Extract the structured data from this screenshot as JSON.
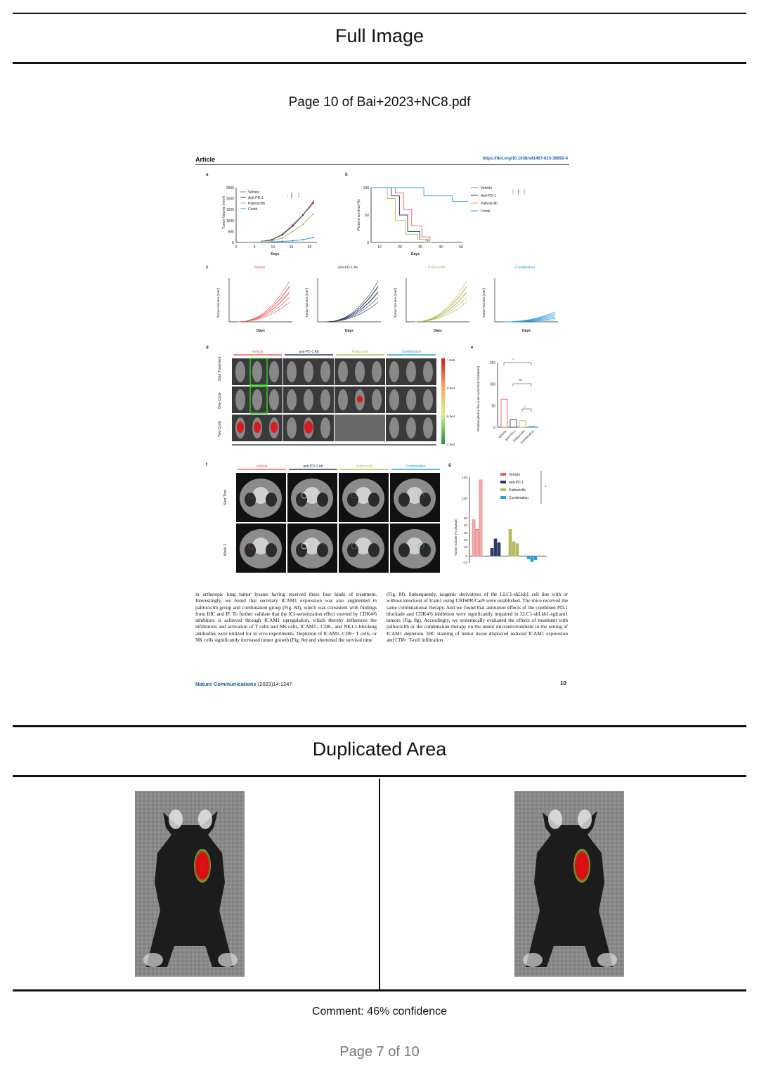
{
  "header": {
    "full_image_title": "Full Image",
    "page_label": "Page 10 of Bai+2023+NC8.pdf"
  },
  "paper": {
    "article_label": "Article",
    "doi": "https://doi.org/10.1038/s41467-023-36892-4",
    "panel_labels": [
      "a",
      "b",
      "c",
      "d",
      "e",
      "f",
      "g"
    ],
    "panel_a": {
      "ylabel": "Tumor Volume (mm³)",
      "xlabel": "Days",
      "legend": [
        "Vehicle",
        "Anti-PD-1",
        "Palbociclib",
        "Comb."
      ],
      "yticks": [
        "2500",
        "2000",
        "1500",
        "1000",
        "500",
        "0"
      ],
      "xticks": [
        "0",
        "5",
        "10",
        "15",
        "20"
      ]
    },
    "panel_b": {
      "ylabel": "Percent survival (%)",
      "xlabel": "Days",
      "legend": [
        "Vehicle",
        "Anti-PD-1",
        "Palbociclib",
        "Comb."
      ],
      "yticks": [
        "100",
        "50",
        "0"
      ],
      "xticks": [
        "10",
        "20",
        "30",
        "40",
        "50"
      ]
    },
    "panel_c": {
      "titles": [
        "Vehicle",
        "anti-PD-1 Ab",
        "Palbociclib",
        "Combination"
      ],
      "ylabel": "Tumor Volume (mm³)",
      "xlabel": "Days"
    },
    "panel_d": {
      "groups": [
        "Vehicle",
        "anti-PD-1 Ab",
        "Palbociclib",
        "Combination"
      ],
      "rows": [
        "Start Treatment",
        "One-Cycle",
        "Two-Cycle"
      ],
      "scale": [
        "1.0e5",
        "8.0e4",
        "6.0e4",
        "4.0e4"
      ]
    },
    "panel_e": {
      "ylabel": "Relative photon flux (one-cycle/start treatment)",
      "categories": [
        "Vehicle",
        "anti-PD-1",
        "Palbociclib",
        "Combination"
      ],
      "sig": [
        "**",
        "ns",
        "ns"
      ],
      "yticks": [
        "150",
        "100",
        "50",
        "0"
      ]
    },
    "panel_f": {
      "groups": [
        "Vehicle",
        "anti-PD-1 Ab",
        "Palbociclib",
        "Combination"
      ],
      "rows": [
        "Start Ther.",
        "Week 2"
      ]
    },
    "panel_g": {
      "ylabel": "Tumor volume (% change)",
      "legend": [
        "Vehicle",
        "anti-PD-1",
        "Palbociclib",
        "Combination"
      ],
      "sig": "*",
      "yticks": [
        "150",
        "100",
        "50",
        "40",
        "30",
        "20",
        "10",
        "0",
        "-10"
      ]
    },
    "body_left": "in orthotopic lung tumor lysates having received these four kinds of treatment. Interestingly, we found that secretary ICAM1 expression was also augmented in palbociclib group and combination group (Fig. 8d), which was consistent with findings from IHC and IF. To further validate that the ICI-sensitization effect exerted by CDK4/6 inhibitors is achieved through ICAM1 upregulation, which thereby influences the infiltration and activation of T cells and NK cells, ICAM1-, CD8-, and NK1.1-blocking antibodies were utilized for in vivo experiments. Depletion of ICAM1, CD8+ T cells, or NK cells significantly increased tumor growth (Fig. 8e) and shortened the survival time",
    "body_right": "(Fig. 8f). Subsequently, isogenic derivatives of the LLC1-shLkb1 cell line with or without knockout of Icam1 using CRISPR/Cas9 were established. The mice received the same combinational therapy. And we found that antitumor effects of the combined PD-1 blockade and CDK4/6 inhibition were significantly impaired in LLC1-shLkb1-sgIcam1 tumors (Fig. 8g). Accordingly, we systemically evaluated the effects of treatment with palbociclib or the combination therapy on the tumor microenvironment in the setting of ICAM1 depletion. IHC staining of tumor tissue displayed reduced ICAM1 expression and CD8+ T-cell infiltration",
    "footer_journal": "Nature Communications",
    "footer_ref": "(2023)14:1247",
    "page_number": "10"
  },
  "duplicated": {
    "title": "Duplicated Area"
  },
  "comment": "Comment: 46% confidence",
  "pager": "Page 7 of 10",
  "colors": {
    "vehicle": "#e8625f",
    "antipd1": "#2b3a63",
    "palbociclib": "#b6b85c",
    "combination": "#2e9fdc"
  }
}
